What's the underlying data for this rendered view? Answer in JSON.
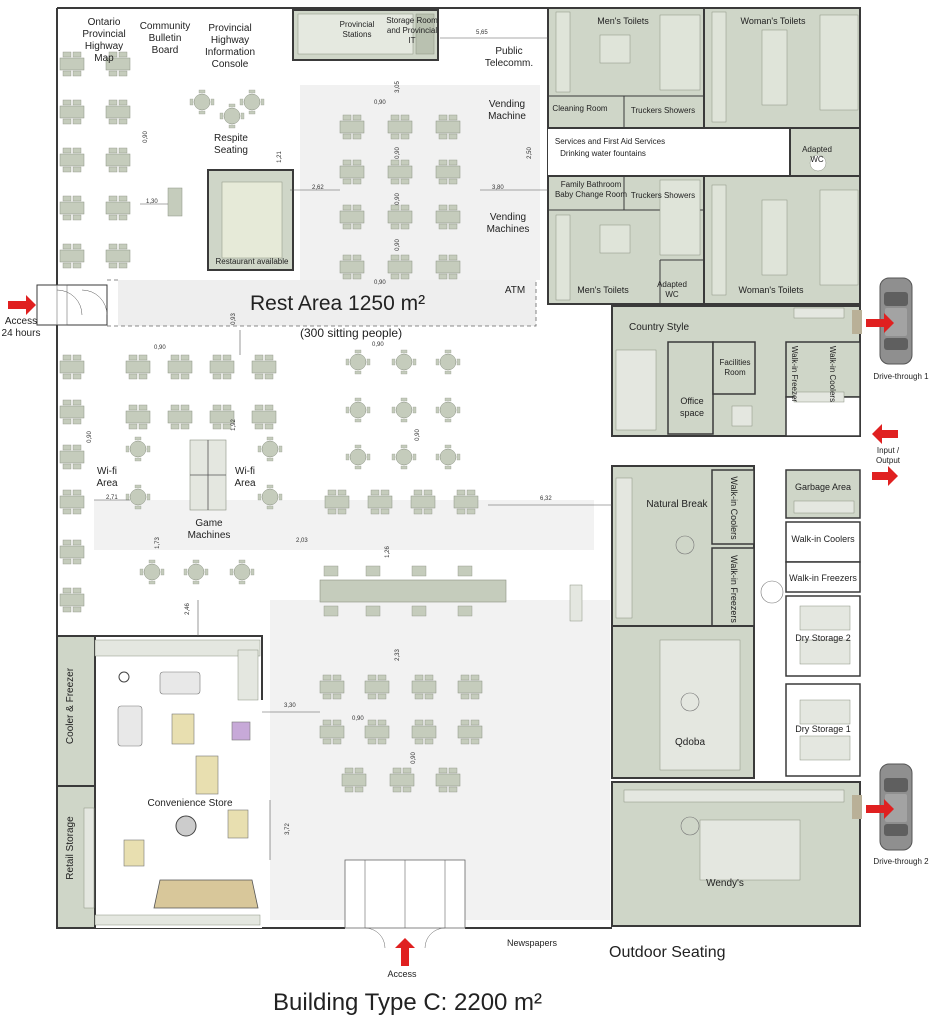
{
  "title": "Building Type C: 2200 m²",
  "rest_area": {
    "title": "Rest Area 1250 m²",
    "subtitle": "(300 sitting people)"
  },
  "labels": {
    "ontario_map": "Ontario Provincial Highway Map",
    "bulletin": "Community Bulletin Board",
    "info_console": "Provincial Highway Information Console",
    "provincial_stations": "Provincial Stations",
    "storage_room_it": "Storage Room and Provincial IT",
    "public_telecomm": "Public Telecomm.",
    "vending_1": "Vending Machine",
    "vending_2": "Vending Machines",
    "atm": "ATM",
    "mens_toilets_1": "Men's Toilets",
    "womens_toilets_1": "Woman's Toilets",
    "cleaning_room": "Cleaning Room",
    "truckers_showers_1": "Truckers Showers",
    "services": "Services and First Aid Services",
    "drinking_water": "Drinking water fountains",
    "adapted_wc_1": "Adapted WC",
    "family_bathroom": "Family Bathroom Baby Change Room",
    "truckers_showers_2": "Truckers Showers",
    "mens_toilets_2": "Men's Toilets",
    "adapted_wc_2": "Adapted WC",
    "womens_toilets_2": "Woman's Toilets",
    "respite_seating": "Respite Seating",
    "restaurant_available": "Restaurant available",
    "access_24": "Access 24 hours",
    "wifi_area_1": "Wi-fi Area",
    "wifi_area_2": "Wi-fi Area",
    "game_machines": "Game Machines",
    "country_style": "Country Style",
    "office_space": "Office space",
    "facilities_room": "Facilities Room",
    "walkin_freezer": "Walk-in Freezer",
    "walkin_coolers_top": "Walk-in Coolers",
    "drive_through_1": "Drive-through 1",
    "input_output": "Input / Output",
    "natural_break": "Natural Break",
    "walkin_coolers_mid": "Walk-in Coolers",
    "walkin_freezers_mid": "Walk-in Freezers",
    "garbage_area": "Garbage Area",
    "walkin_coolers_right": "Walk-in Coolers",
    "walkin_freezers_right": "Walk-in Freezers",
    "dry_storage_2": "Dry Storage 2",
    "dry_storage_1": "Dry Storage 1",
    "qdoba": "Qdoba",
    "wendys": "Wendy's",
    "drive_through_2": "Drive-through 2",
    "convenience_store": "Convenience Store",
    "cooler_freezer": "Cooler & Freezer",
    "retail_storage": "Retail Storage",
    "newspapers": "Newspapers",
    "access": "Access",
    "outdoor_seating": "Outdoor Seating"
  },
  "dimensions": {
    "d_565": "5,65",
    "d_305": "3,05",
    "d_090a": "0,90",
    "d_090b": "0,90",
    "d_121": "1,21",
    "d_262": "2,62",
    "d_250": "2,50",
    "d_380": "3,80",
    "d_130": "1,30",
    "d_090c": "0,90",
    "d_090d": "0,90",
    "d_090e": "0,90",
    "d_093": "0,93",
    "d_090f": "0,90",
    "d_090g": "0,90",
    "d_192": "1,92",
    "d_090h": "0,90",
    "d_090i": "0,90",
    "d_271": "2,71",
    "d_090j": "0,90",
    "d_632": "6,32",
    "d_173": "1,73",
    "d_203": "2,03",
    "d_126": "1,26",
    "d_246": "2,46",
    "d_233": "2,33",
    "d_330": "3,30",
    "d_090k": "0,90",
    "d_090l": "0,90",
    "d_372": "3,72"
  },
  "colors": {
    "room_fill": "#cfd6c8",
    "furniture": "#c5ccbc",
    "wall": "#3a3a3a",
    "floor_gray": "#ededed",
    "arrow_red": "#e02020"
  },
  "icons": [
    "car-icon",
    "arrow-right-icon",
    "arrow-left-icon",
    "arrow-up-icon",
    "table-icon",
    "chair-icon"
  ]
}
